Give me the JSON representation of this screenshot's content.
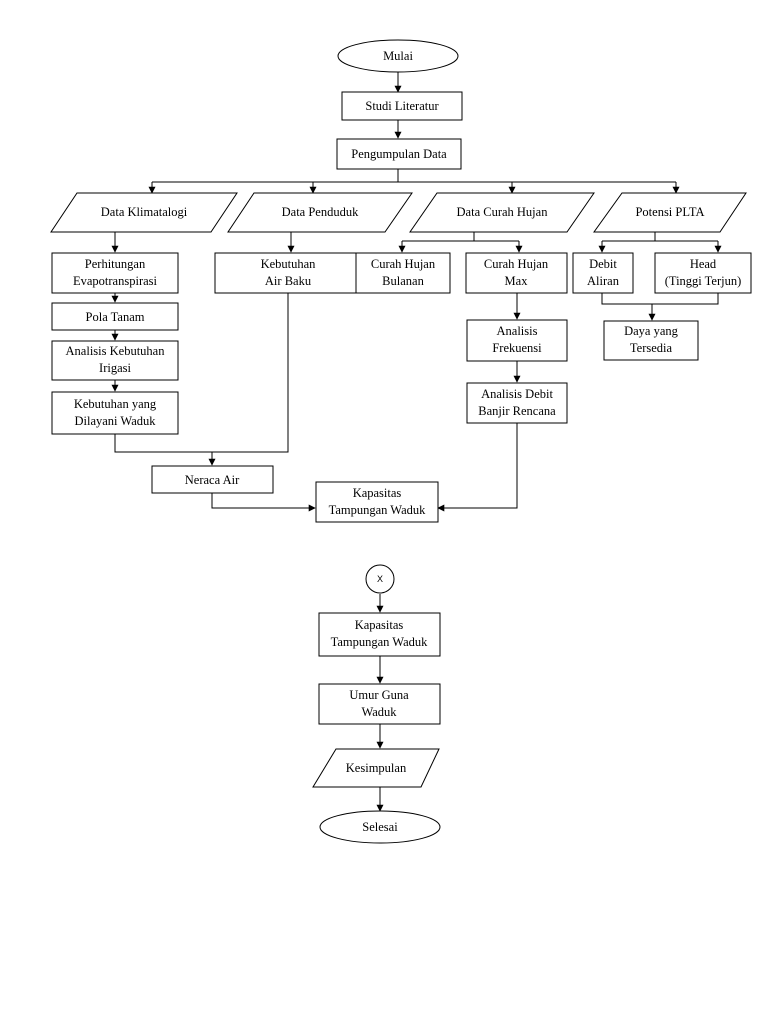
{
  "flowchart": {
    "start": "Mulai",
    "literature_study": "Studi Literatur",
    "data_collection": "Pengumpulan Data",
    "climatology_data": "Data Klimatalogi",
    "population_data": "Data Penduduk",
    "rainfall_data": "Data Curah Hujan",
    "hydropower_potential": "Potensi PLTA",
    "evapotranspiration_calc": [
      "Perhitungan",
      "Evapotranspirasi"
    ],
    "cropping_pattern": "Pola Tanam",
    "irrigation_analysis": [
      "Analisis Kebutuhan",
      "Irigasi"
    ],
    "reservoir_served_demand": [
      "Kebutuhan yang",
      "Dilayani Waduk"
    ],
    "raw_water_demand": [
      "Kebutuhan",
      "Air Baku"
    ],
    "monthly_rainfall": [
      "Curah Hujan",
      "Bulanan"
    ],
    "max_rainfall": [
      "Curah Hujan",
      "Max"
    ],
    "frequency_analysis": [
      "Analisis",
      "Frekuensi"
    ],
    "design_flood_analysis": [
      "Analisis Debit",
      "Banjir Rencana"
    ],
    "discharge_flow": [
      "Debit",
      "Aliran"
    ],
    "head_drop": [
      "Head",
      "(Tinggi Terjun)"
    ],
    "available_power": [
      "Daya yang",
      "Tersedia"
    ],
    "water_balance": "Neraca Air",
    "reservoir_capacity_1": [
      "Kapasitas",
      "Tampungan Waduk"
    ],
    "connector": "X",
    "reservoir_capacity_2": [
      "Kapasitas",
      "Tampungan Waduk"
    ],
    "service_life": [
      "Umur Guna",
      "Waduk"
    ],
    "conclusion": "Kesimpulan",
    "end": "Selesai"
  }
}
